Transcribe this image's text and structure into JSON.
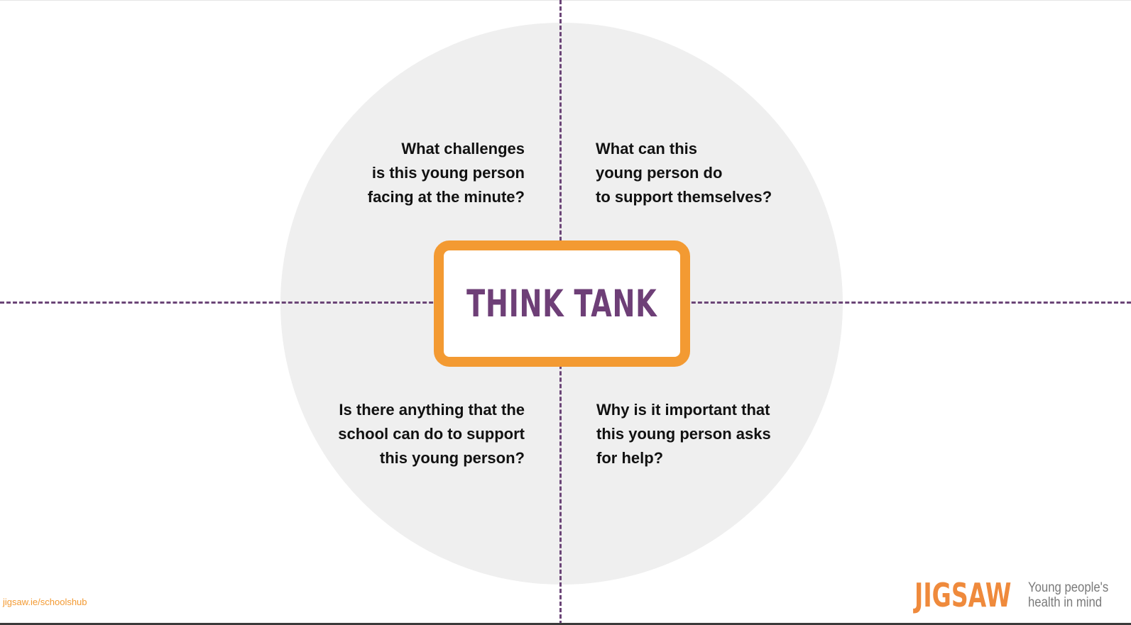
{
  "center": {
    "title": "THINK TANK"
  },
  "questions": {
    "top_left": [
      "What challenges",
      "is this young person",
      "facing at the minute?"
    ],
    "top_right": [
      "What can this",
      "young person do",
      "to support themselves?"
    ],
    "bottom_left": [
      "Is there anything that the",
      "school can do to support",
      "this young person?"
    ],
    "bottom_right": [
      "Why is it important that",
      "this young person asks",
      "for help?"
    ]
  },
  "footer": {
    "url": "jigsaw.ie/schoolshub",
    "logo_word": "JIGSAW",
    "tagline_line1": "Young people's",
    "tagline_line2": "health in mind"
  },
  "colors": {
    "accent_orange": "#f39a32",
    "accent_purple": "#6e3f77",
    "circle_grey": "#efefef",
    "divider_purple": "#6b4577"
  }
}
